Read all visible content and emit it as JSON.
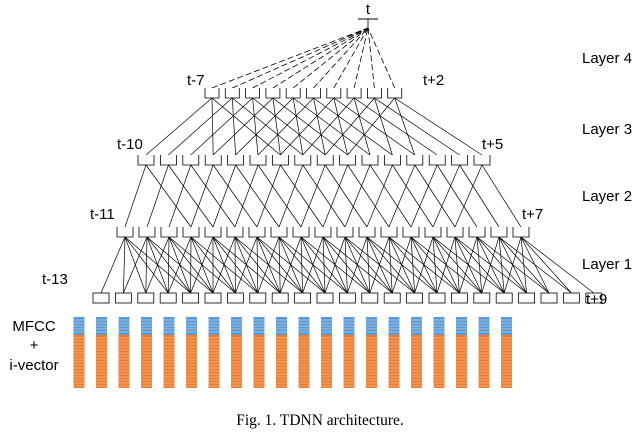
{
  "figure": {
    "caption": "Fig. 1. TDNN architecture.",
    "output_label": "t",
    "layer_labels": [
      "Layer 4",
      "Layer 3",
      "Layer 2",
      "Layer 1"
    ],
    "input_labels": {
      "line1": "MFCC",
      "line2": "+",
      "line3": "i-vector"
    }
  },
  "layers": [
    {
      "name": "input",
      "left_label": "t-13",
      "right_label": "t+9",
      "units": 23
    },
    {
      "name": "layer1",
      "left_label": "t-11",
      "right_label": "t+7",
      "units": 19
    },
    {
      "name": "layer2",
      "left_label": "t-10",
      "right_label": "t+5",
      "units": 16
    },
    {
      "name": "layer3",
      "left_label": "t-7",
      "right_label": "t+2",
      "units": 10
    }
  ],
  "colors": {
    "line": "#000000",
    "feature_top": "#5b9bd5",
    "feature_bottom": "#ed7d31"
  },
  "feature_vectors": 20
}
